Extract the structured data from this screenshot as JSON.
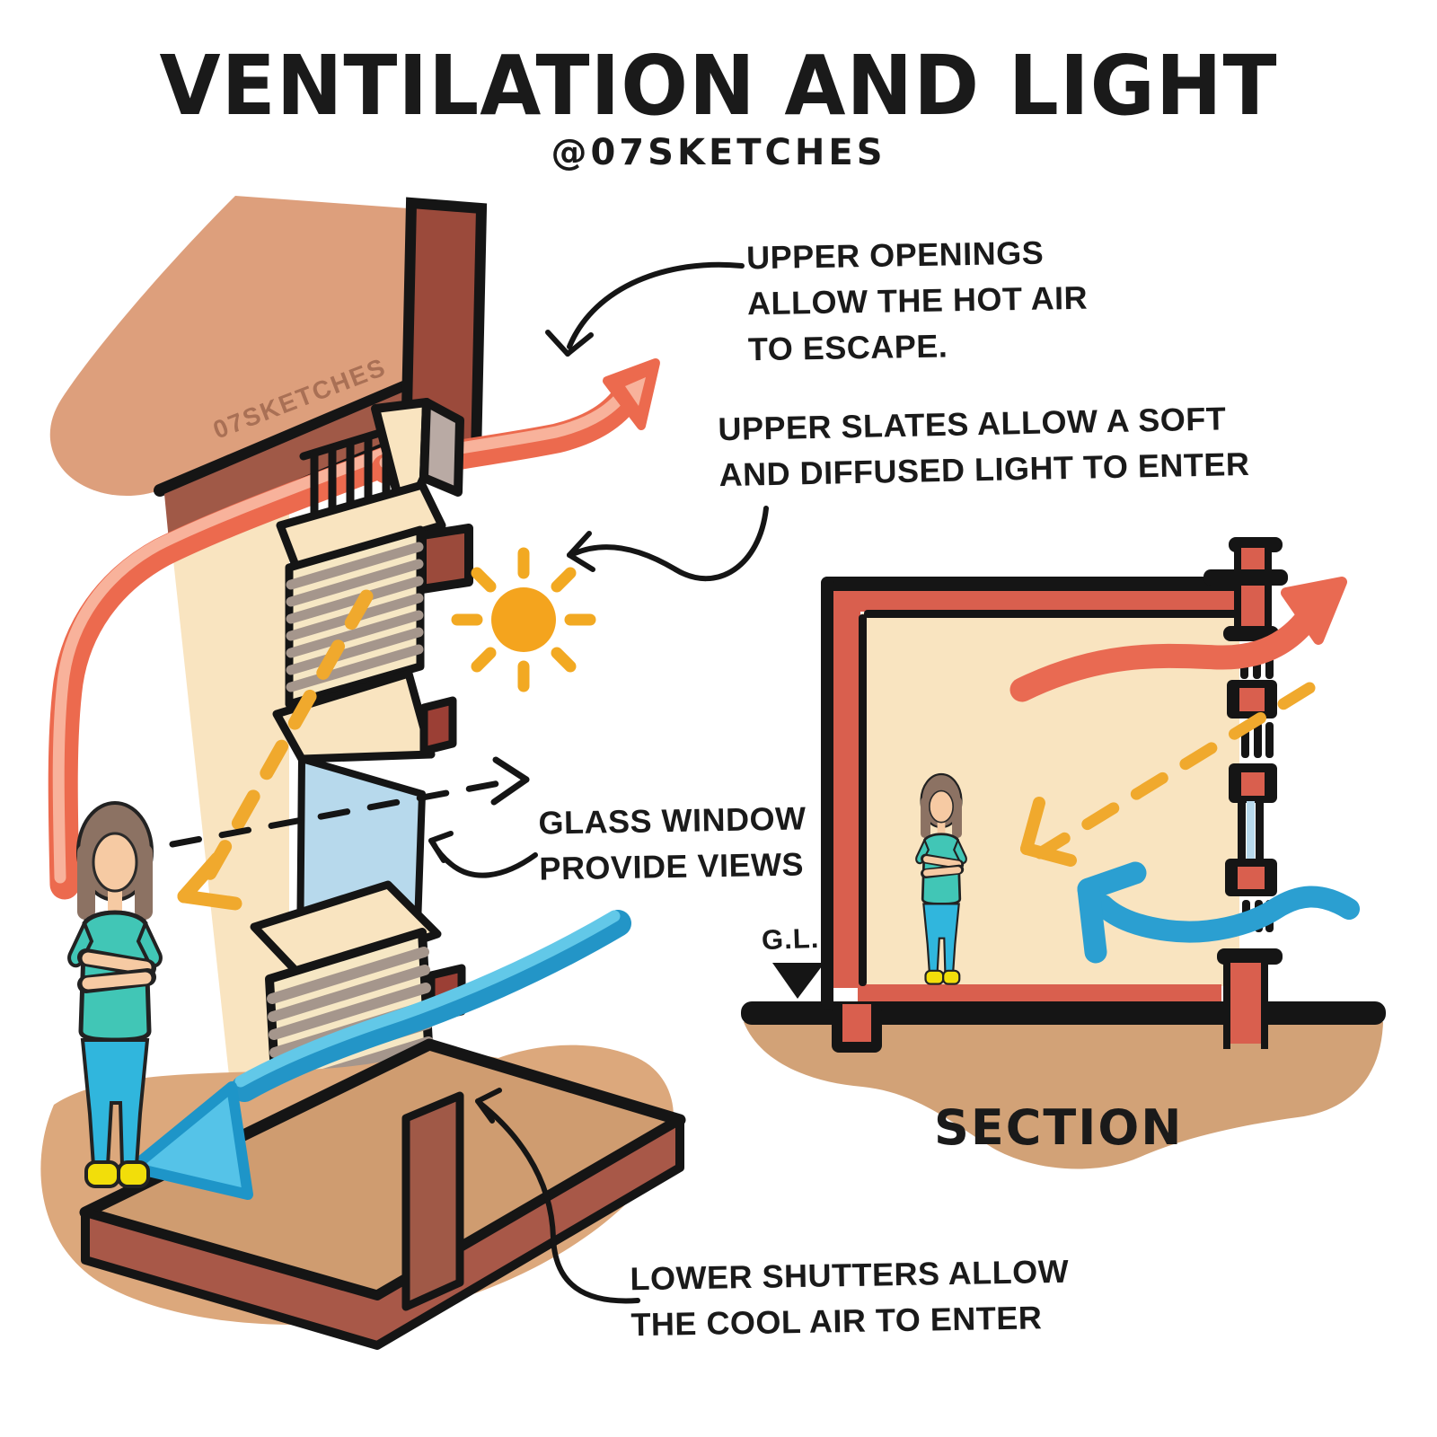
{
  "header": {
    "title": "VENTILATION AND LIGHT",
    "handle": "@07SKETCHES",
    "watermark": "07SKETCHES"
  },
  "annotations": {
    "upper_openings": {
      "lines": [
        "UPPER OPENINGS",
        "ALLOW THE HOT AIR",
        "TO ESCAPE."
      ]
    },
    "upper_slats": {
      "lines": [
        "UPPER SLATES ALLOW A SOFT",
        "AND DIFFUSED LIGHT TO ENTER"
      ]
    },
    "glass_window": {
      "lines": [
        "GLASS WINDOW",
        "PROVIDE VIEWS"
      ]
    },
    "lower_shutters": {
      "lines": [
        "LOWER SHUTTERS ALLOW",
        "THE COOL AIR TO ENTER"
      ]
    }
  },
  "section": {
    "label": "SECTION",
    "ground_level_label": "G.L."
  },
  "icons": {
    "sun": "sun-icon",
    "hot_air": "hot-air-arrow",
    "cool_air": "cool-air-arrow",
    "light_ray": "light-ray-dashed-arrow",
    "view_line": "view-sight-dashed-arrow"
  },
  "colors": {
    "hot_air_arrow": "#ec6a4e",
    "hot_air_arrow_light": "#f8b29b",
    "cool_air_arrow": "#2395c7",
    "cool_air_arrow_light": "#62c8e8",
    "light_ray": "#f0a92d",
    "sun": "#f4a41e",
    "roof_tan": "#dd9f7c",
    "maroon": "#9b4a3b",
    "brick_red": "#d95f4e",
    "cream_wall": "#f9e4c0",
    "slat_gray": "#a5968c",
    "glass_blue": "#b7d9ec",
    "ground_tan": "#dca87c",
    "slab_tan": "#cf9c70",
    "ink": "#151515",
    "skin": "#f6caa3",
    "hair": "#8c7263",
    "shirt_teal": "#41c6b6",
    "pants_blue": "#30b6dd",
    "shoes_yellow": "#f2de0a"
  }
}
